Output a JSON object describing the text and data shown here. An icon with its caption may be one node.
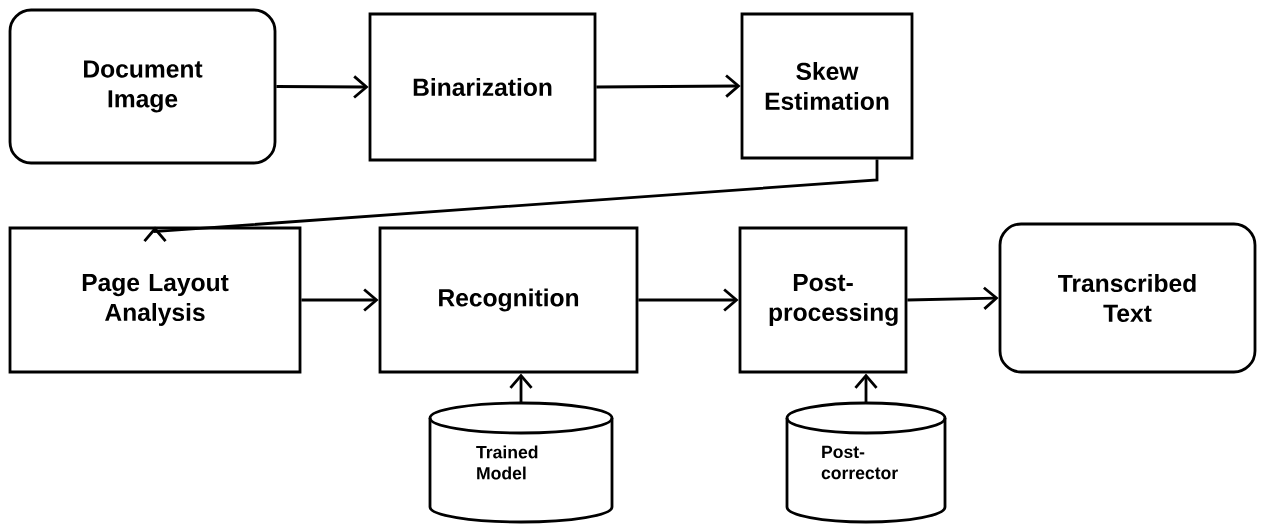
{
  "diagram": {
    "nodes": [
      {
        "text": [
          "Document Image"
        ]
      },
      {
        "text": [
          "Binarization"
        ]
      },
      {
        "text": [
          "Skew Estimation"
        ]
      },
      {
        "text": [
          "Page Layout Analysis"
        ]
      },
      {
        "text": [
          "Recognition"
        ]
      },
      {
        "text": [
          "Post-processing"
        ]
      },
      {
        "text": [
          "Transcribed Text"
        ]
      },
      {
        "text": [
          "Trained Model"
        ]
      },
      {
        "text": [
          "Post-corrector"
        ]
      }
    ],
    "edges": [
      {
        "from": 0,
        "to": 1,
        "arrow": "to"
      },
      {
        "from": 1,
        "to": 2,
        "arrow": "to"
      },
      {
        "from": 2,
        "to": 3,
        "arrow": "to"
      },
      {
        "from": 3,
        "to": 4,
        "arrow": "to"
      },
      {
        "from": 4,
        "to": 5,
        "arrow": "to"
      },
      {
        "from": 5,
        "to": 6,
        "arrow": "to"
      },
      {
        "from": 7,
        "to": 4,
        "arrow": "to"
      },
      {
        "from": 8,
        "to": 5,
        "arrow": "to"
      }
    ]
  }
}
